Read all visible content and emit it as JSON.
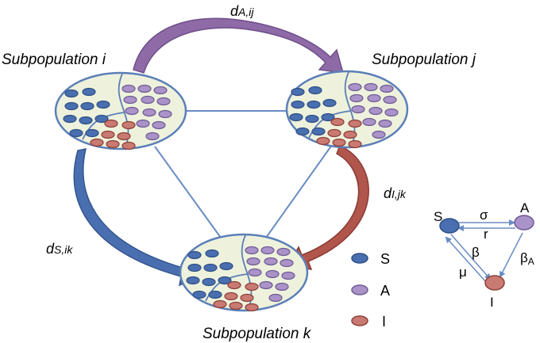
{
  "subpopulations": {
    "i": {
      "label": "Subpopulation i"
    },
    "j": {
      "label": "Subpopulation j"
    },
    "k": {
      "label": "Subpopulation k"
    }
  },
  "flows": {
    "A_ij": {
      "base": "d",
      "sub": "A,ij",
      "color": "#8e6aa6"
    },
    "S_ik": {
      "base": "d",
      "sub": "S,ik",
      "color": "#4a6fb0"
    },
    "I_jk": {
      "base": "d",
      "sub": "I,jk",
      "color": "#b0564c"
    }
  },
  "legend": [
    {
      "label": "S",
      "fill": "#4a6fb0",
      "stroke": "#2f4f86"
    },
    {
      "label": "A",
      "fill": "#a993c8",
      "stroke": "#6f5a95"
    },
    {
      "label": "I",
      "fill": "#c97a72",
      "stroke": "#8d3f37"
    }
  ],
  "compartment_model": {
    "nodes": {
      "S": "S",
      "A": "A",
      "I": "I"
    },
    "transitions": {
      "sigma": "σ",
      "r": "r",
      "beta": "β",
      "mu": "μ",
      "beta_A": {
        "base": "β",
        "sub": "A"
      }
    }
  },
  "colors": {
    "oval_fill": "#eef2dc",
    "oval_stroke": "#5b7fb8",
    "network_line": "#6a8cc4"
  }
}
